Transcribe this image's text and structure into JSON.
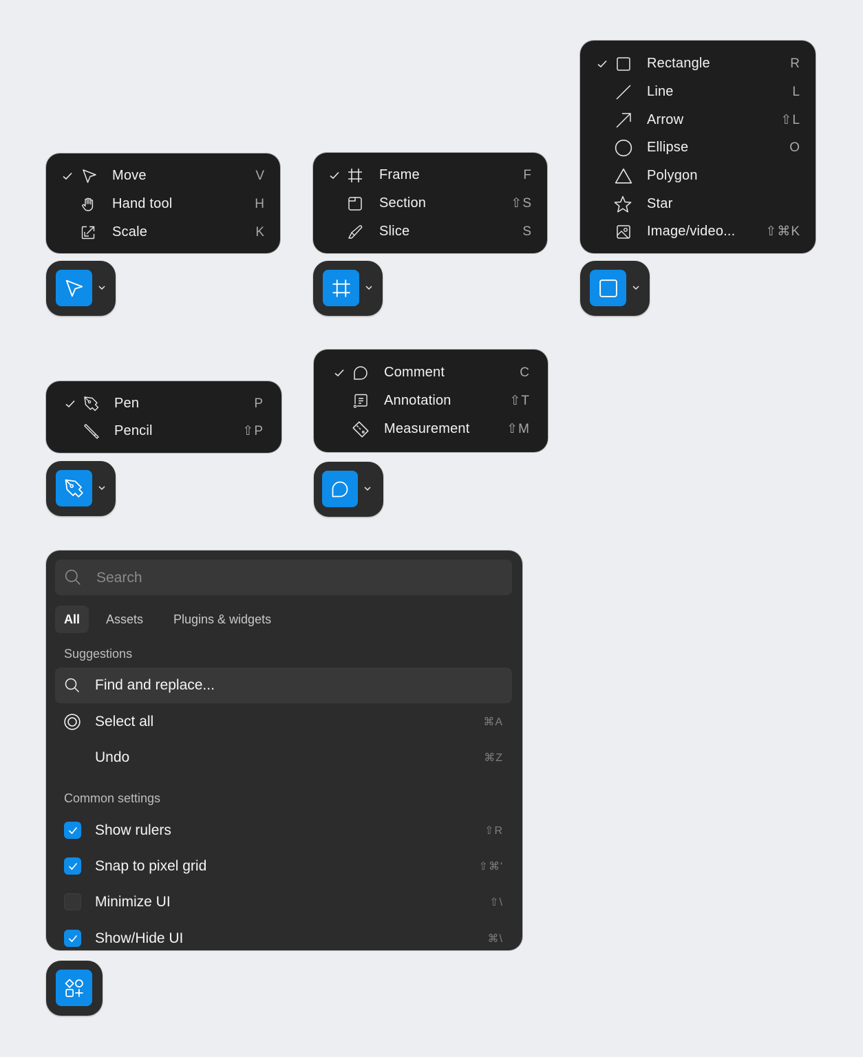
{
  "colors": {
    "background": "#edeef1",
    "menu_bg": "#1e1e1e",
    "tool_btn_bg": "#2c2c2c",
    "accent": "#0d8ce9",
    "panel_bg": "#2c2c2c",
    "highlight": "#383838"
  },
  "move_menu": {
    "items": [
      {
        "label": "Move",
        "shortcut": "V",
        "checked": true,
        "icon": "cursor-icon"
      },
      {
        "label": "Hand tool",
        "shortcut": "H",
        "checked": false,
        "icon": "hand-icon"
      },
      {
        "label": "Scale",
        "shortcut": "K",
        "checked": false,
        "icon": "scale-icon"
      }
    ],
    "button_icon": "cursor-icon"
  },
  "frame_menu": {
    "items": [
      {
        "label": "Frame",
        "shortcut": "F",
        "checked": true,
        "icon": "frame-icon"
      },
      {
        "label": "Section",
        "shortcut": "⇧S",
        "checked": false,
        "icon": "section-icon"
      },
      {
        "label": "Slice",
        "shortcut": "S",
        "checked": false,
        "icon": "slice-icon"
      }
    ],
    "button_icon": "frame-icon"
  },
  "shape_menu": {
    "items": [
      {
        "label": "Rectangle",
        "shortcut": "R",
        "checked": true,
        "icon": "rectangle-icon"
      },
      {
        "label": "Line",
        "shortcut": "L",
        "checked": false,
        "icon": "line-icon"
      },
      {
        "label": "Arrow",
        "shortcut": "⇧L",
        "checked": false,
        "icon": "arrow-icon"
      },
      {
        "label": "Ellipse",
        "shortcut": "O",
        "checked": false,
        "icon": "ellipse-icon"
      },
      {
        "label": "Polygon",
        "shortcut": "",
        "checked": false,
        "icon": "polygon-icon"
      },
      {
        "label": "Star",
        "shortcut": "",
        "checked": false,
        "icon": "star-icon"
      },
      {
        "label": "Image/video...",
        "shortcut": "⇧⌘K",
        "checked": false,
        "icon": "image-icon"
      }
    ],
    "button_icon": "rectangle-icon"
  },
  "pen_menu": {
    "items": [
      {
        "label": "Pen",
        "shortcut": "P",
        "checked": true,
        "icon": "pen-icon"
      },
      {
        "label": "Pencil",
        "shortcut": "⇧P",
        "checked": false,
        "icon": "pencil-icon"
      }
    ],
    "button_icon": "pen-icon"
  },
  "comment_menu": {
    "items": [
      {
        "label": "Comment",
        "shortcut": "C",
        "checked": true,
        "icon": "comment-icon"
      },
      {
        "label": "Annotation",
        "shortcut": "⇧T",
        "checked": false,
        "icon": "annotation-icon"
      },
      {
        "label": "Measurement",
        "shortcut": "⇧M",
        "checked": false,
        "icon": "measurement-icon"
      }
    ],
    "button_icon": "comment-icon"
  },
  "quick_actions": {
    "search_placeholder": "Search",
    "search_value": "",
    "tabs": [
      {
        "label": "All",
        "active": true
      },
      {
        "label": "Assets",
        "active": false
      },
      {
        "label": "Plugins & widgets",
        "active": false
      }
    ],
    "suggestions_label": "Suggestions",
    "suggestions": [
      {
        "label": "Find and replace...",
        "shortcut": "",
        "icon": "search-icon",
        "highlighted": true
      },
      {
        "label": "Select all",
        "shortcut": "⌘A",
        "icon": "target-icon",
        "highlighted": false
      },
      {
        "label": "Undo",
        "shortcut": "⌘Z",
        "icon": "",
        "highlighted": false
      }
    ],
    "settings_label": "Common settings",
    "settings": [
      {
        "label": "Show rulers",
        "shortcut": "⇧R",
        "checked": true
      },
      {
        "label": "Snap to pixel grid",
        "shortcut": "⇧⌘'",
        "checked": true
      },
      {
        "label": "Minimize UI",
        "shortcut": "⇧\\",
        "checked": false
      },
      {
        "label": "Show/Hide UI",
        "shortcut": "⌘\\",
        "checked": true
      }
    ],
    "button_icon": "actions-icon"
  }
}
